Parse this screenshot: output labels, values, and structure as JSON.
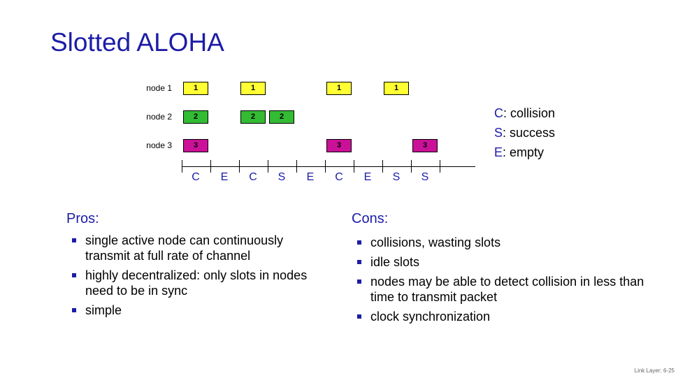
{
  "title": "Slotted ALOHA",
  "colors": {
    "accent": "#1c1ca8",
    "node1": "#ffff33",
    "node2": "#33bb33",
    "node3": "#cc1199"
  },
  "diagram": {
    "nodes": [
      {
        "label": "node 1",
        "id": "1",
        "color": "#ffff33",
        "slots": [
          0,
          2,
          5,
          7
        ]
      },
      {
        "label": "node 2",
        "id": "2",
        "color": "#33bb33",
        "slots": [
          0,
          2,
          3
        ]
      },
      {
        "label": "node 3",
        "id": "3",
        "color": "#cc1199",
        "slots": [
          0,
          5,
          8
        ]
      }
    ],
    "slot_labels": [
      "C",
      "E",
      "C",
      "S",
      "E",
      "C",
      "E",
      "S",
      "S"
    ]
  },
  "legend": [
    {
      "key": "C",
      "text": ": collision"
    },
    {
      "key": "S",
      "text": ": success"
    },
    {
      "key": "E",
      "text": ": empty"
    }
  ],
  "pros": {
    "heading": "Pros:",
    "items": [
      "single active node can continuously transmit at full rate of channel",
      "highly decentralized: only slots in nodes need to be in sync",
      "simple"
    ]
  },
  "cons": {
    "heading": "Cons:",
    "items": [
      "collisions, wasting slots",
      "idle slots",
      "nodes may be able to detect collision in less than time to transmit packet",
      "clock synchronization"
    ]
  },
  "footer": "Link Layer: 6-25"
}
